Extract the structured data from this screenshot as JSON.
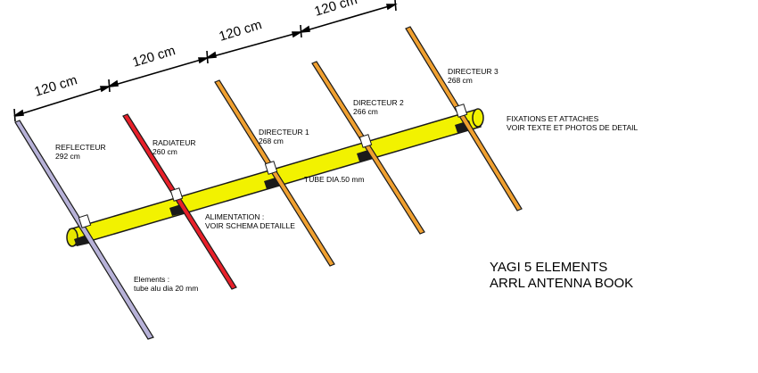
{
  "colors": {
    "boom": "#f2f200",
    "reflector": "#b7b2d8",
    "radiator": "#e8202a",
    "director": "#f0a030",
    "outline": "#1a1a1a"
  },
  "spacings": [
    "120 cm",
    "120 cm",
    "120 cm",
    "120 cm"
  ],
  "elements": [
    {
      "name": "REFLECTEUR",
      "length": "292 cm",
      "color_key": "reflector"
    },
    {
      "name": "RADIATEUR",
      "length": "260 cm",
      "color_key": "radiator"
    },
    {
      "name": "DIRECTEUR 1",
      "length": "268 cm",
      "color_key": "director"
    },
    {
      "name": "DIRECTEUR 2",
      "length": "266 cm",
      "color_key": "director"
    },
    {
      "name": "DIRECTEUR 3",
      "length": "268 cm",
      "color_key": "director"
    }
  ],
  "notes": {
    "fixations_1": "FIXATIONS ET ATTACHES",
    "fixations_2": "VOIR TEXTE ET PHOTOS DE DETAIL",
    "tube": "TUBE DIA.50 mm",
    "alim_1": "ALIMENTATION :",
    "alim_2": "VOIR SCHEMA DETAILLE",
    "elements_1": "Elements :",
    "elements_2": "tube alu dia 20 mm"
  },
  "title": {
    "line1": "YAGI 5 ELEMENTS",
    "line2": "ARRL ANTENNA BOOK"
  }
}
